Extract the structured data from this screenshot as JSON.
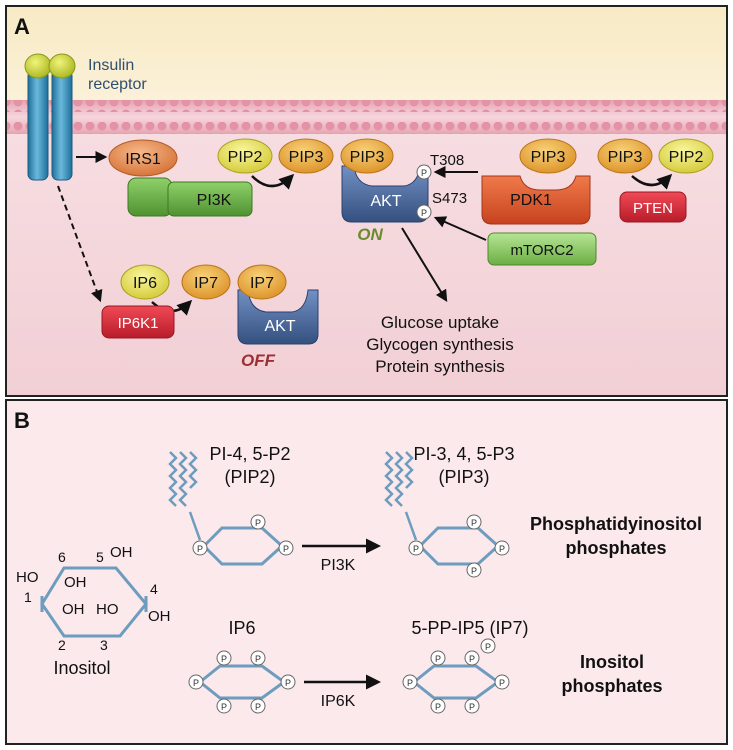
{
  "panel_a": {
    "letter": "A",
    "insulin_receptor": [
      "Insulin",
      "receptor"
    ],
    "irs1": "IRS1",
    "pi3k": "PI3K",
    "pip2": "PIP2",
    "pip3": "PIP3",
    "akt": "AKT",
    "t308": "T308",
    "s473": "S473",
    "pdk1": "PDK1",
    "pten": "PTEN",
    "mtorc2": "mTORC2",
    "on_label": "ON",
    "off_label": "OFF",
    "ip6": "IP6",
    "ip7": "IP7",
    "ip6k1": "IP6K1",
    "phospho": "P",
    "outcomes": [
      "Glucose uptake",
      "Glycogen synthesis",
      "Protein synthesis"
    ]
  },
  "panel_b": {
    "letter": "B",
    "pip2_title": [
      "PI-4, 5-P2",
      "(PIP2)"
    ],
    "pip3_title": [
      "PI-3, 4, 5-P3",
      "(PIP3)"
    ],
    "pi3k": "PI3K",
    "phosphatidyl_label": [
      "Phosphatidyinositol",
      "phosphates"
    ],
    "inositol": {
      "title": "Inositol",
      "oh": "OH",
      "ho": "HO",
      "positions": [
        "1",
        "2",
        "3",
        "4",
        "5",
        "6"
      ]
    },
    "ip6": "IP6",
    "ip7_title": "5-PP-IP5 (IP7)",
    "ip6k": "IP6K",
    "inositol_phosphates_label": [
      "Inositol",
      "phosphates"
    ],
    "phospho": "P"
  },
  "colors": {
    "cytoplasm": "#f6dce0",
    "extracellular": "#f9edcc",
    "membrane": "#d98a9c",
    "panel_b_bg": "#fbe9ec",
    "border": "#222222",
    "akt": "#4a6aa0",
    "pi3k": "#67a844",
    "irs1": "#e58a4c",
    "pip_yellow": "#e4df45",
    "pip_orange": "#eba83a",
    "pdk1": "#e25a2c",
    "pten": "#d92a3a",
    "receptor": "#3a8fb8",
    "on": "#6b8a2f",
    "off": "#9a2f34",
    "ring": "#6d9cbf"
  }
}
